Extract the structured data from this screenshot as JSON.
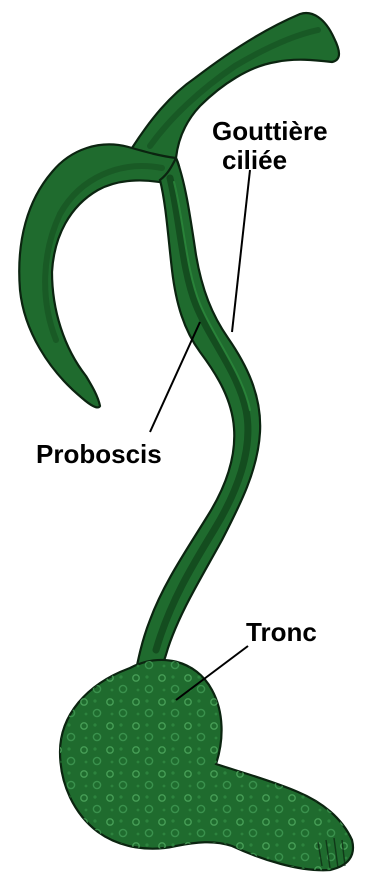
{
  "labels": {
    "gouttiere_line1": "Gouttière",
    "gouttiere_line2": "ciliée",
    "proboscis": "Proboscis",
    "tronc": "Tronc"
  },
  "colors": {
    "body_fill": "#1f6b2e",
    "body_shade": "#144d1f",
    "body_light": "#2c8a3c",
    "outline": "#0b2410",
    "spots": "#3f9a4f",
    "leader_line": "#000000"
  }
}
